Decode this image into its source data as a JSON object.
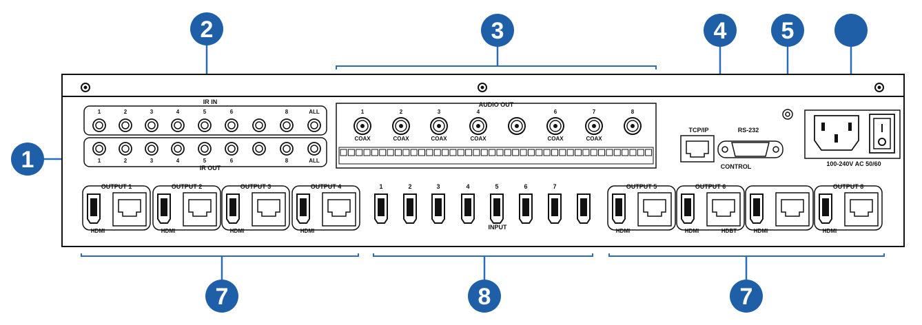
{
  "colors": {
    "callout": "#1f5fa8",
    "line": "#2a6db5",
    "panel": "#ffffff",
    "stroke": "#111111"
  },
  "callouts": {
    "c1": "1",
    "c2": "2",
    "c3": "3",
    "c4": "4",
    "c5": "5",
    "c6": "",
    "c7a": "7",
    "c7b": "7",
    "c8": "8"
  },
  "ir": {
    "in_title": "IR IN",
    "out_title": "IR OUT",
    "port_labels": [
      "1",
      "2",
      "3",
      "4",
      "5",
      "6",
      "",
      "8",
      "ALL"
    ]
  },
  "audio": {
    "title": "AUDIO OUT",
    "numbers": [
      "1",
      "2",
      "3",
      "4",
      "",
      "6",
      "7",
      "8"
    ],
    "types": [
      "COAX",
      "COAX",
      "COAX",
      "COAX",
      "",
      "COAX",
      "COAX",
      ""
    ]
  },
  "control": {
    "tcp_label": "TCP/IP",
    "rs232_label": "RS-232",
    "control_label": "CONTROL"
  },
  "power": {
    "label": "100-240V AC 50/60"
  },
  "outputs": [
    {
      "title": "OUTPUT 1",
      "hdmi": "HDMI",
      "hdbt": ""
    },
    {
      "title": "OUTPUT 2",
      "hdmi": "HDMI",
      "hdbt": ""
    },
    {
      "title": "OUTPUT 3",
      "hdmi": "HDMI",
      "hdbt": ""
    },
    {
      "title": "OUTPUT 4",
      "hdmi": "HDMI",
      "hdbt": ""
    },
    {
      "title": "OUTPUT 5",
      "hdmi": "HDMI",
      "hdbt": ""
    },
    {
      "title": "OUTPUT 6",
      "hdmi": "HDMI",
      "hdbt": "HDBT"
    },
    {
      "title": "",
      "hdmi": "HDMI",
      "hdbt": ""
    },
    {
      "title": "OUTPUT 8",
      "hdmi": "HDMI",
      "hdbt": ""
    }
  ],
  "inputs": {
    "numbers": [
      "1",
      "2",
      "3",
      "4",
      "5",
      "6",
      "7",
      ""
    ],
    "label": "INPUT"
  }
}
